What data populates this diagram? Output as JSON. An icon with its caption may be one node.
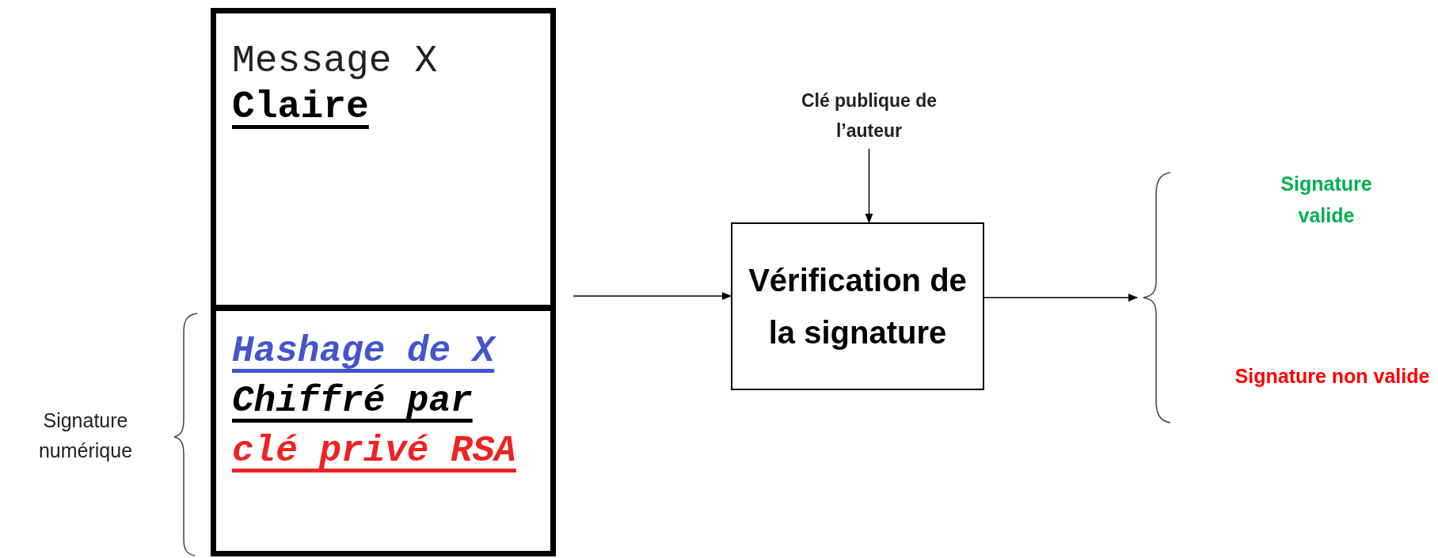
{
  "diagram": {
    "nodes": [
      {
        "text": [
          "Message X",
          "Claire"
        ]
      },
      {
        "text": [
          "Hashage de X",
          "Chiffré par",
          "clé privé RSA"
        ]
      },
      {
        "text": [
          "Clé publique de l’auteur"
        ]
      },
      {
        "text": [
          "Vérification de la signature"
        ]
      },
      {
        "text": [],
        "shape": "brace"
      }
    ],
    "edges": [
      {
        "from": null,
        "to": 3,
        "arrow": "to"
      },
      {
        "from": 2,
        "to": 3,
        "arrow": "to"
      },
      {
        "from": 3,
        "to": 4,
        "arrow": "to"
      }
    ],
    "labels": [
      "Signature numérique",
      "Signature valide",
      "Signature non valide"
    ]
  }
}
